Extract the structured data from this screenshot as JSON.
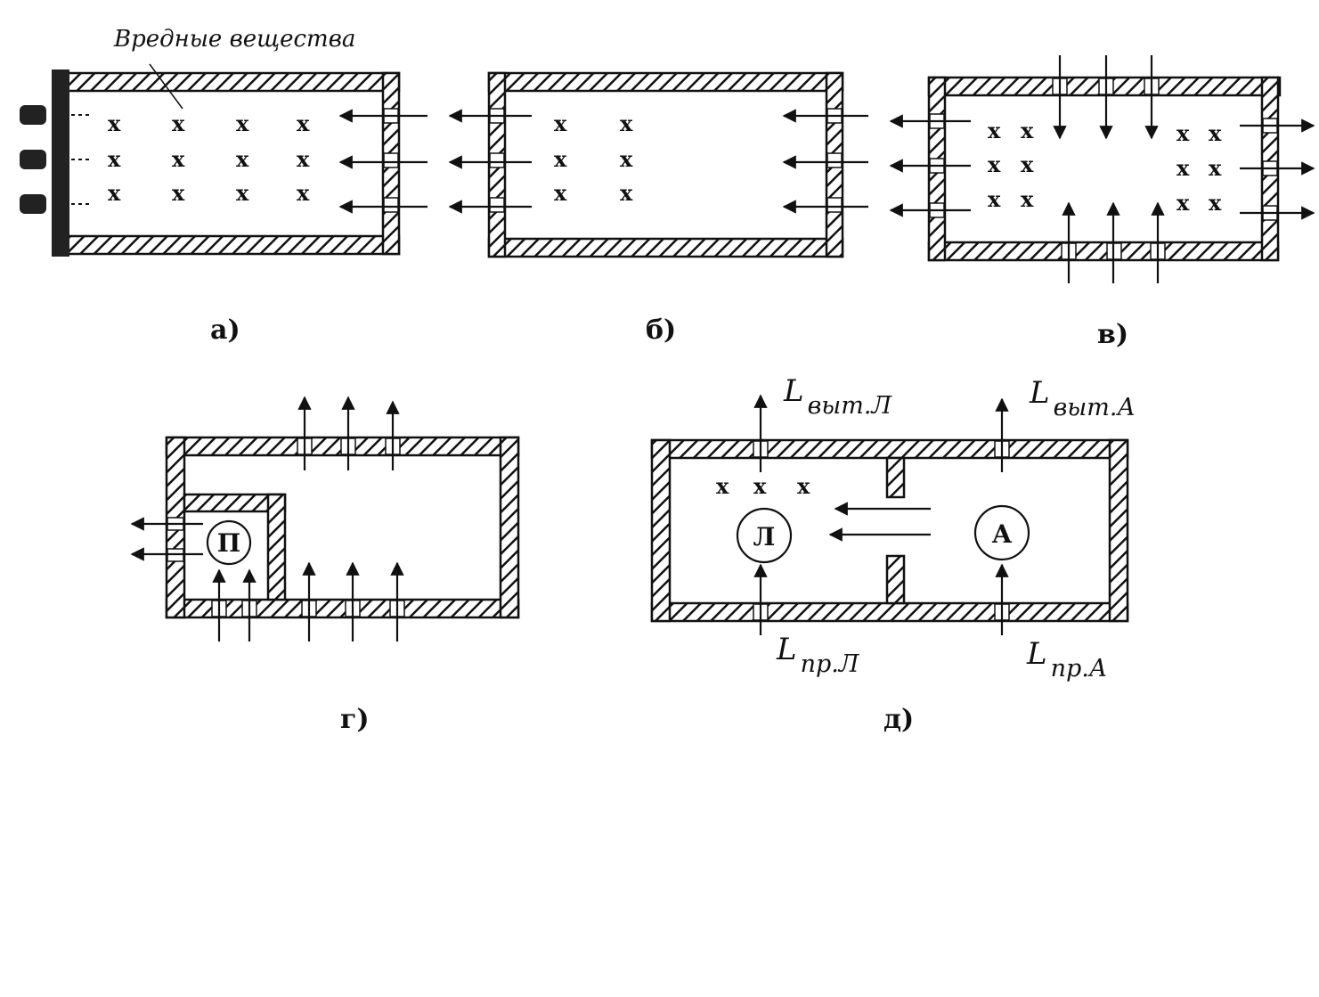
{
  "panels": {
    "a": {
      "caption": "а)",
      "label": "Вредные вещества",
      "marker": "x"
    },
    "b": {
      "caption": "б)",
      "marker": "x"
    },
    "v": {
      "caption": "в)",
      "marker": "x"
    },
    "g": {
      "caption": "г)",
      "room_label": "П"
    },
    "d": {
      "caption": "д)",
      "marker": "x",
      "room_left_label": "Л",
      "room_right_label": "А",
      "exhaust_left": {
        "main": "L",
        "sub": "выт.Л"
      },
      "exhaust_right": {
        "main": "L",
        "sub": "выт.А"
      },
      "supply_left": {
        "main": "L",
        "sub": "пр.Л"
      },
      "supply_right": {
        "main": "L",
        "sub": "пр.А"
      }
    }
  }
}
